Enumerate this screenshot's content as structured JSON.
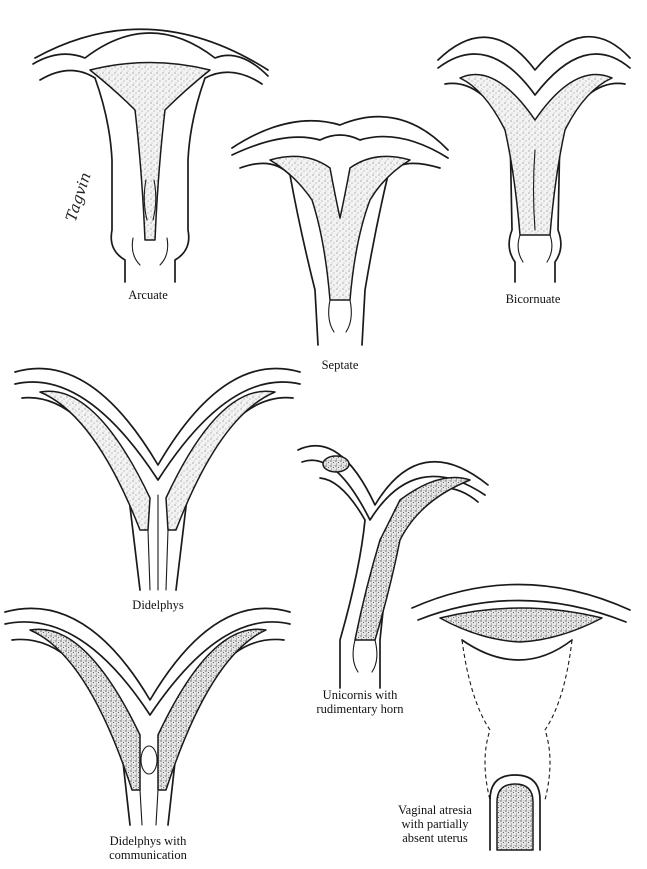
{
  "figure": {
    "signature": "Tagvin",
    "panels": [
      {
        "id": "arcuate",
        "label": "Arcuate"
      },
      {
        "id": "septate",
        "label": "Septate"
      },
      {
        "id": "bicornuate",
        "label": "Bicornuate"
      },
      {
        "id": "didelphys",
        "label": "Didelphys"
      },
      {
        "id": "unicornis",
        "label_line1": "Unicornis with",
        "label_line2": "rudimentary horn"
      },
      {
        "id": "didelphys-comm",
        "label_line1": "Didelphys with",
        "label_line2": "communication"
      },
      {
        "id": "vaginal-atresia",
        "label_line1": "Vaginal atresia",
        "label_line2": "with partially",
        "label_line3": "absent uterus"
      }
    ]
  },
  "colors": {
    "ink": "#1a1a1a",
    "paper": "#ffffff"
  }
}
